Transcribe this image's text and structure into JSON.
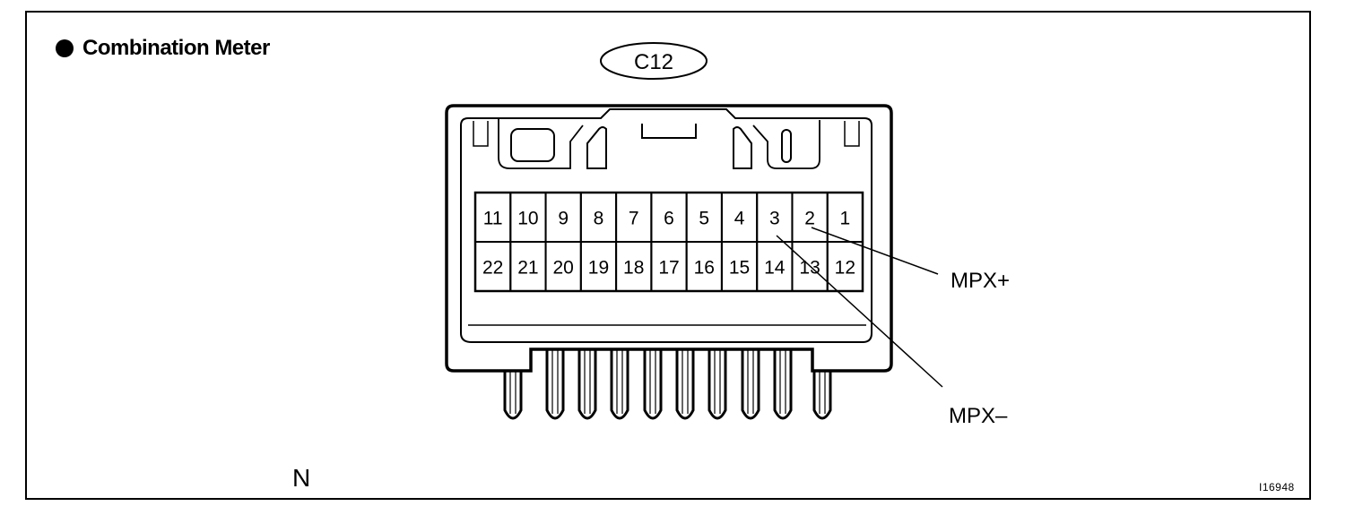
{
  "title": "Combination Meter",
  "connector_code": "C12",
  "pins_top": [
    "11",
    "10",
    "9",
    "8",
    "7",
    "6",
    "5",
    "4",
    "3",
    "2",
    "1"
  ],
  "pins_bottom": [
    "22",
    "21",
    "20",
    "19",
    "18",
    "17",
    "16",
    "15",
    "14",
    "13",
    "12"
  ],
  "callouts": [
    {
      "label": "MPX+",
      "pin": "2"
    },
    {
      "label": "MPX–",
      "pin": "3"
    }
  ],
  "corner_label": "N",
  "figure_code": "I16948"
}
